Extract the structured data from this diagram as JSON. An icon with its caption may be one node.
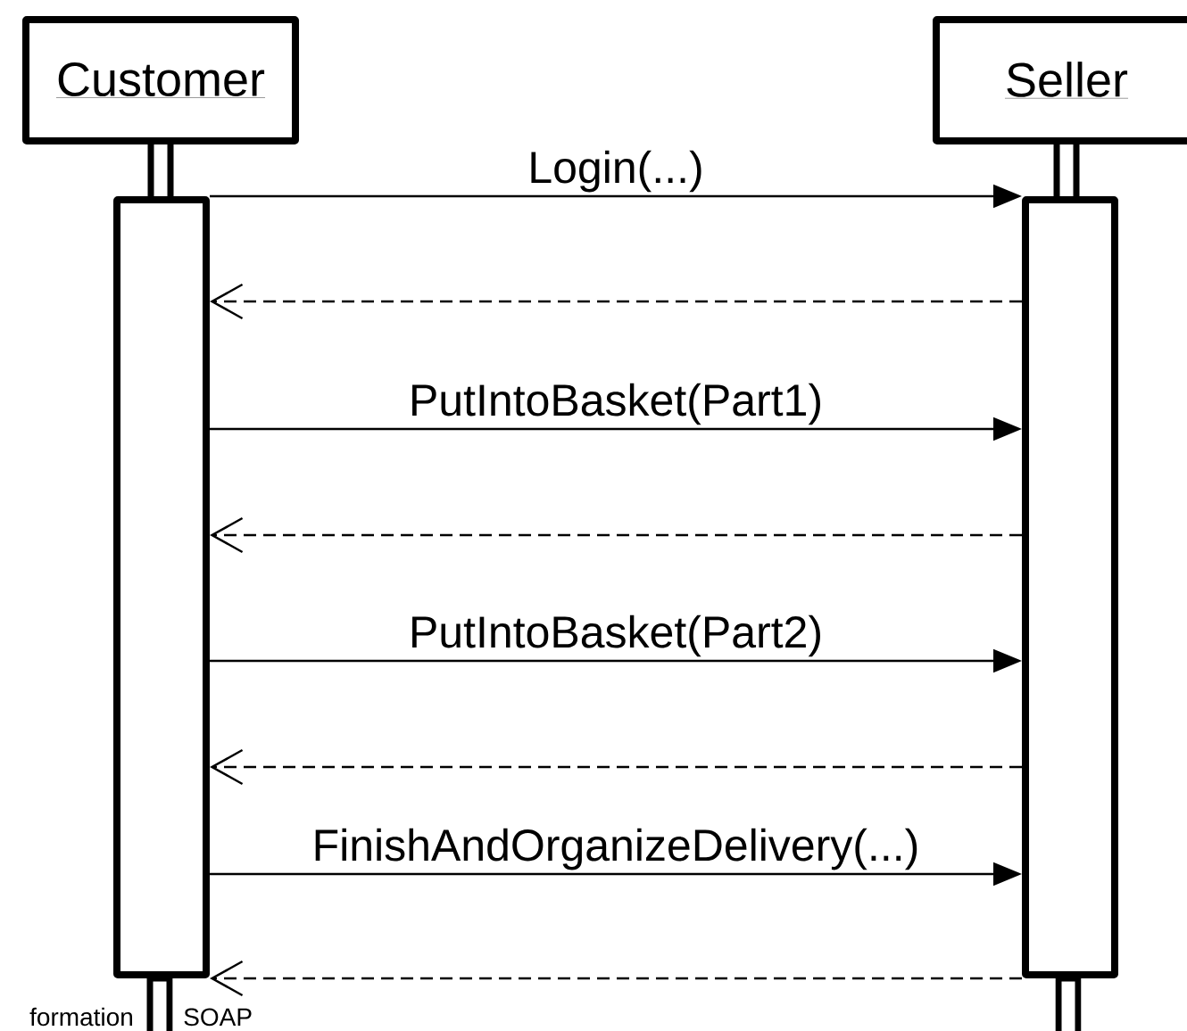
{
  "diagram": {
    "nodes": [
      {
        "text": [
          "Customer"
        ]
      },
      {
        "text": [
          "Seller"
        ]
      },
      {
        "text": [],
        "shape": "bar"
      },
      {
        "text": [],
        "shape": "bar"
      }
    ],
    "edges": [
      {
        "from": 0,
        "to": 2,
        "arrow": "none",
        "style": "thick"
      },
      {
        "from": 1,
        "to": 3,
        "arrow": "none",
        "style": "thick"
      },
      {
        "from": 2,
        "to": 3,
        "arrow": "to",
        "label": "Login(...)"
      },
      {
        "from": 3,
        "to": 2,
        "arrow": "to",
        "style": "dashed"
      },
      {
        "from": 2,
        "to": 3,
        "arrow": "to",
        "label": "PutIntoBasket(Part1)"
      },
      {
        "from": 3,
        "to": 2,
        "arrow": "to",
        "style": "dashed"
      },
      {
        "from": 2,
        "to": 3,
        "arrow": "to",
        "label": "PutIntoBasket(Part2)"
      },
      {
        "from": 3,
        "to": 2,
        "arrow": "to",
        "style": "dashed"
      },
      {
        "from": 2,
        "to": 3,
        "arrow": "to",
        "label": "FinishAndOrganizeDelivery(...)"
      },
      {
        "from": 3,
        "to": 2,
        "arrow": "to",
        "style": "dashed"
      }
    ],
    "labels": [
      "formation",
      "SOAP"
    ]
  }
}
